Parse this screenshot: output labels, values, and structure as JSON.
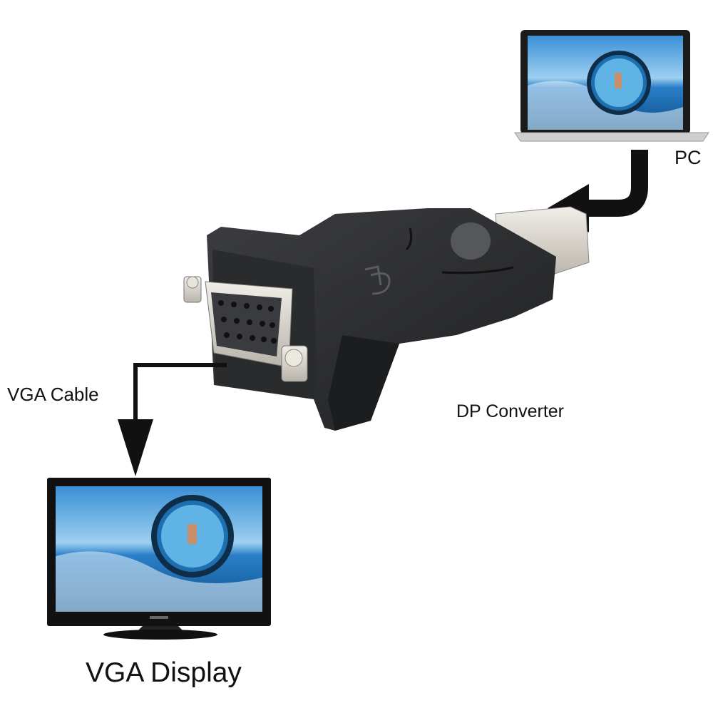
{
  "labels": {
    "pc": "PC",
    "vga_cable": "VGA Cable",
    "dp_converter": "DP Converter",
    "vga_display": "VGA Display"
  },
  "icons": {
    "adapter_logo": "displayport-logo-icon"
  },
  "colors": {
    "adapter_body": "#2b2c2e",
    "arrow": "#111111",
    "screen_sky": "#2a7fc9",
    "screen_sea": "#1a5e9c"
  }
}
